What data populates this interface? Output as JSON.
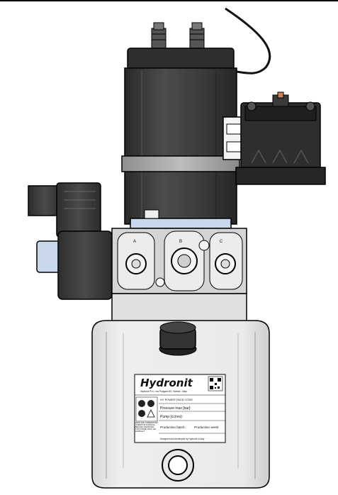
{
  "label": {
    "brand": "Hydronit",
    "address": "Hydronit S.r.l. via Podgora 63, Varese - Italy",
    "title": "HY POWER PACK CODE",
    "pressure": "Pressure max [bar]:",
    "pump": "Pump [cc/rev]:",
    "batch": "Production batch:",
    "week": "Production week:",
    "warning": "READ AND UNDERSTAND OPERATOR'S MANUAL BEFORE OPERATING THIS POWER PACK OR HANDLE IT",
    "footer": "Designed and developed by Hydronit in Italy"
  },
  "valve_ports": [
    "A",
    "B",
    "C"
  ],
  "colors": {
    "motor": "#3b3b3b",
    "valve_body": "#d4d4d4",
    "tank": "#e6e6e6",
    "band": "#a9a9a9",
    "accent_blue": "#c9d7ec"
  }
}
